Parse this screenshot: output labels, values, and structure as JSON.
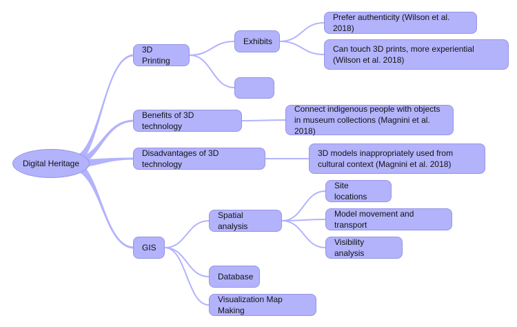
{
  "diagram": {
    "type": "mindmap",
    "colors": {
      "node_fill": "#b3b3fc",
      "node_border": "#9393e4",
      "edge": "#b3b3fc",
      "text": "#111111"
    },
    "root": {
      "label": "Digital Heritage"
    },
    "nodes": {
      "printing": {
        "label": "3D Printing"
      },
      "exhibits": {
        "label": "Exhibits"
      },
      "authenticity": {
        "label": "Prefer authenticity (Wilson et al. 2018)"
      },
      "touch": {
        "label": "Can touch 3D prints, more experiential (Wilson et al. 2018)"
      },
      "empty": {
        "label": ""
      },
      "benefits": {
        "label": "Benefits of 3D technology"
      },
      "connect": {
        "label": "Connect indigenous people with objects in museum collections (Magnini et al. 2018)"
      },
      "disadvantages": {
        "label": "Disadvantages of 3D technology"
      },
      "inappropriate": {
        "label": "3D models inappropriately used from cultural context (Magnini et al. 2018)"
      },
      "gis": {
        "label": "GIS"
      },
      "spatial": {
        "label": "Spatial analysis"
      },
      "site": {
        "label": "Site locations"
      },
      "movement": {
        "label": "Model movement and transport"
      },
      "visibility": {
        "label": "Visibility analysis"
      },
      "database": {
        "label": "Database"
      },
      "mapmaking": {
        "label": "Visualization Map Making"
      }
    }
  }
}
